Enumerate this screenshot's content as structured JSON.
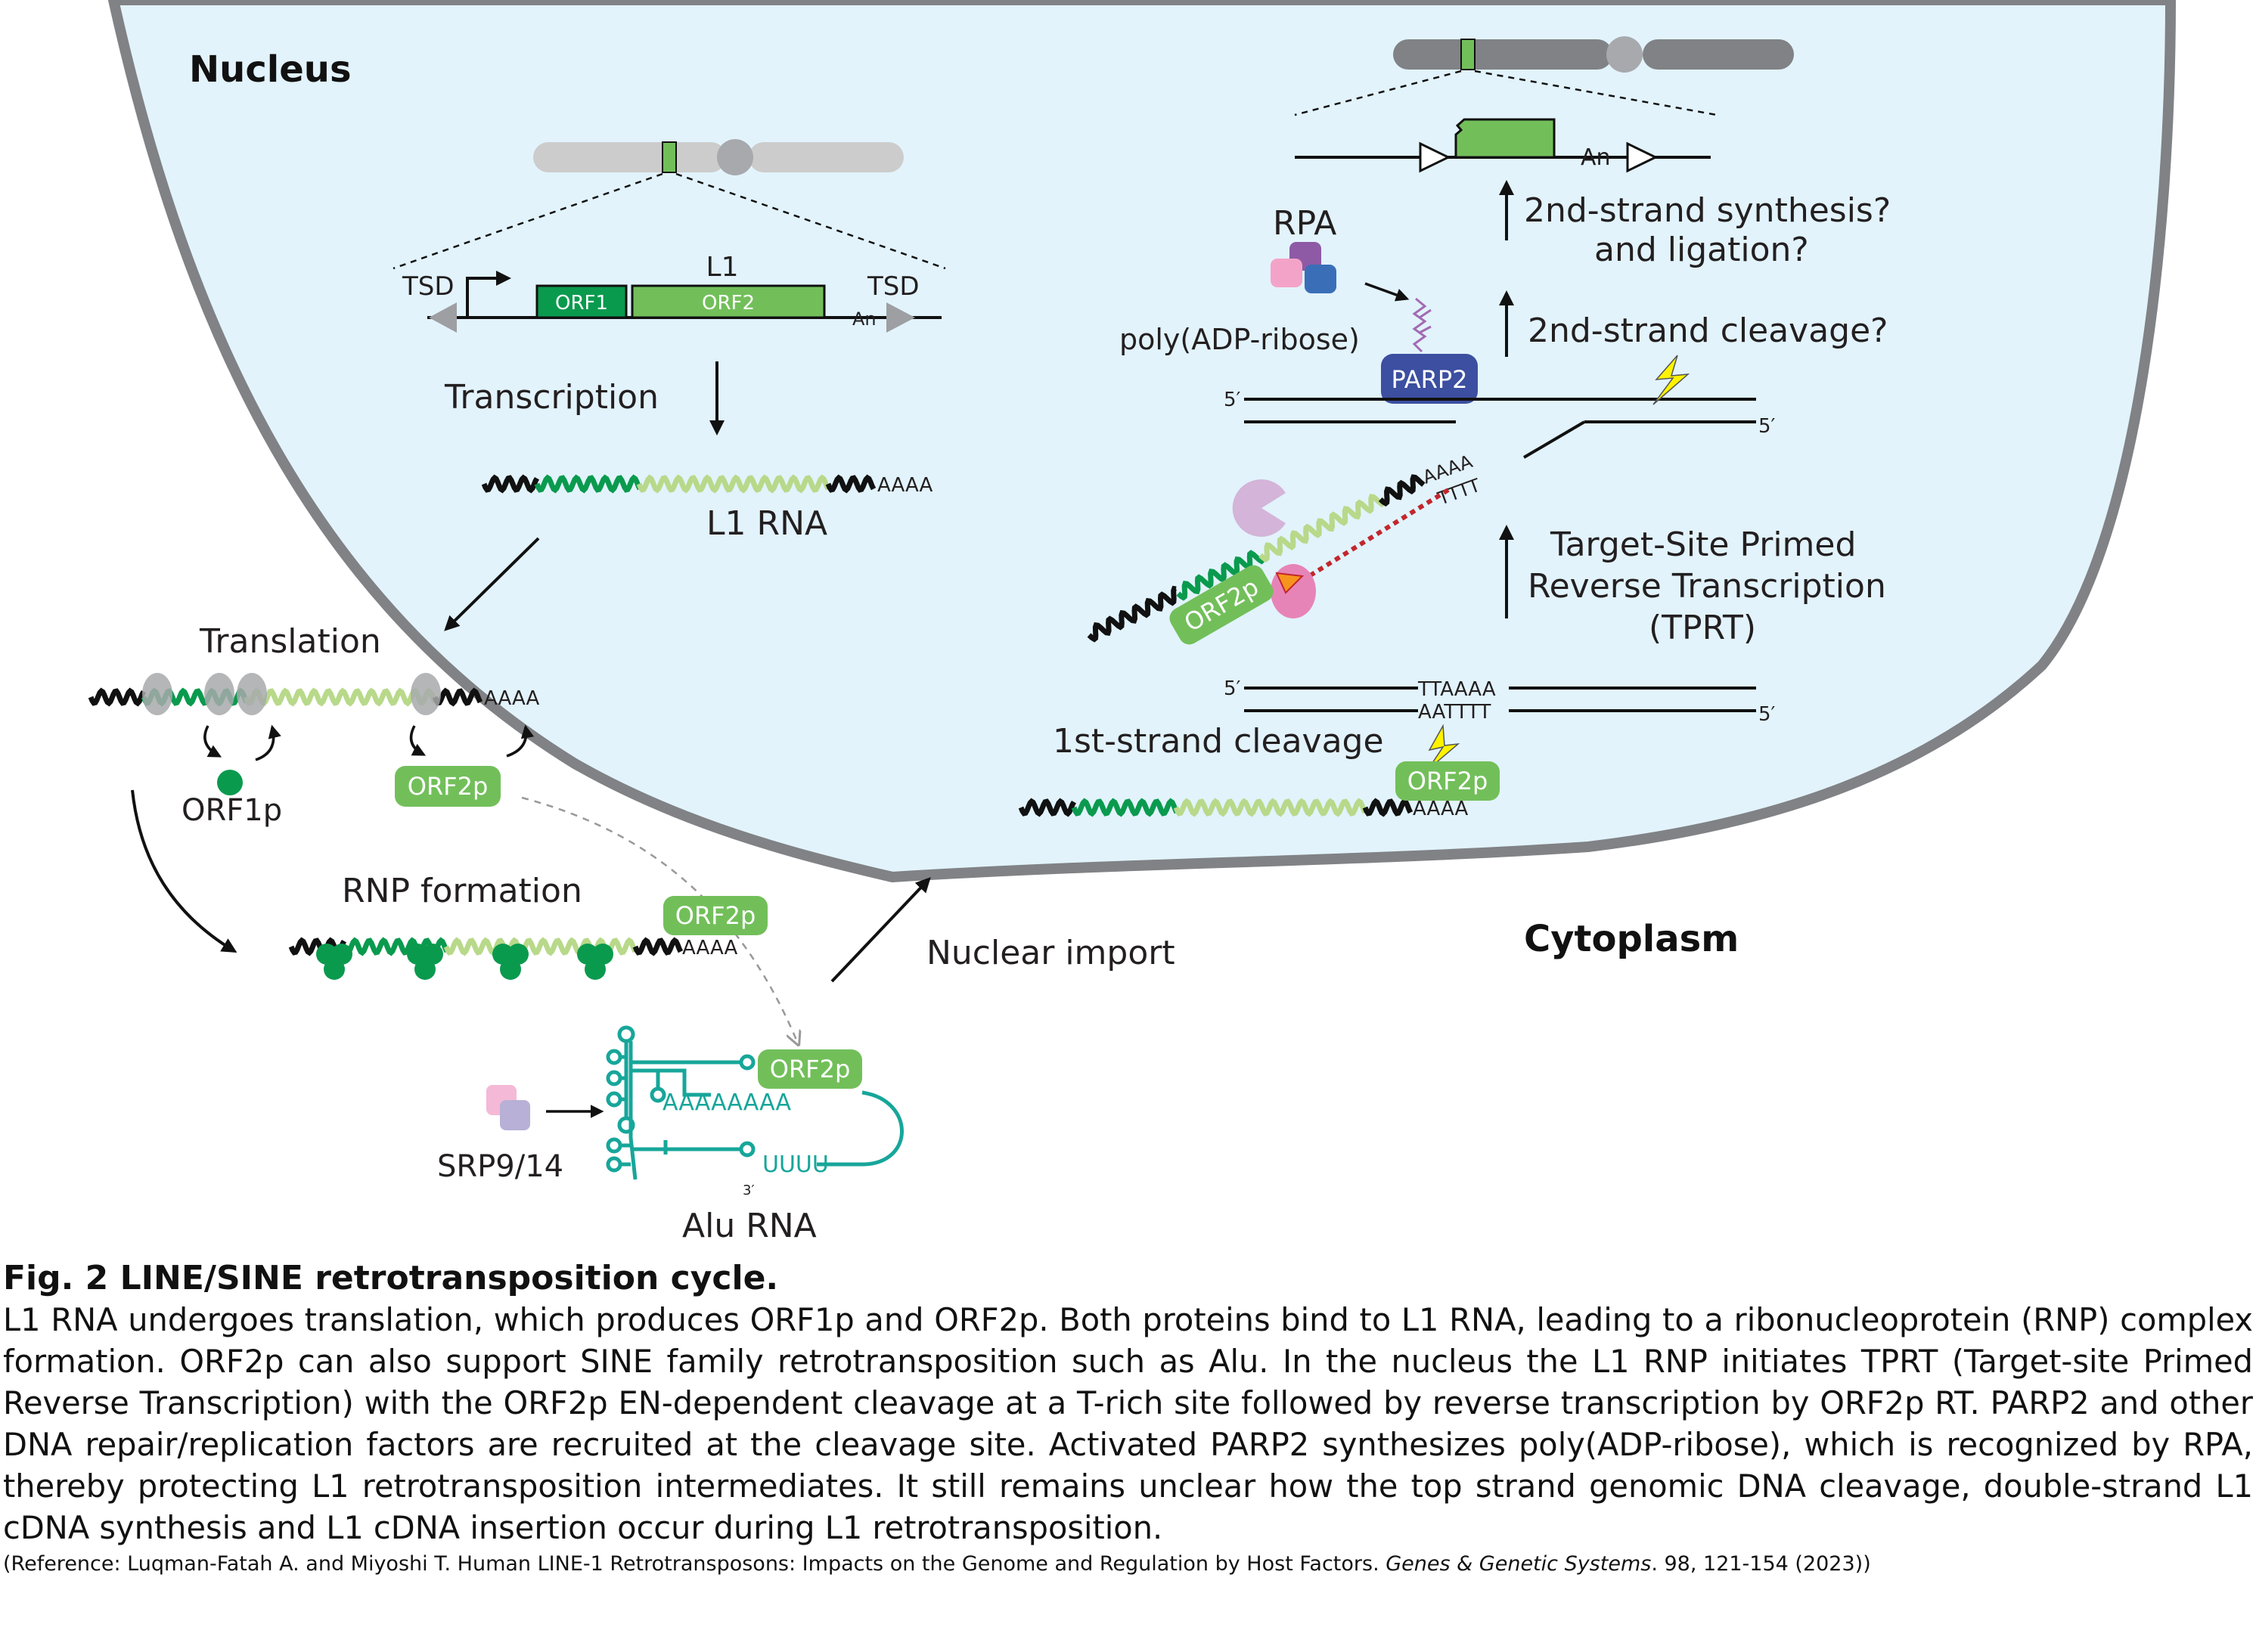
{
  "diagram": {
    "regions": {
      "nucleus": "Nucleus",
      "cytoplasm": "Cytoplasm"
    },
    "gene_construct": {
      "tsd_left": "TSD",
      "tsd_right": "TSD",
      "orf1": "ORF1",
      "orf2": "ORF2",
      "l1": "L1",
      "poly_a": "An"
    },
    "steps": {
      "transcription": "Transcription",
      "l1_rna": "L1 RNA",
      "translation": "Translation",
      "rnp_formation": "RNP formation",
      "nuclear_import": "Nuclear import",
      "first_strand_cleavage": "1st-strand cleavage",
      "tprt_line1": "Target-Site Primed",
      "tprt_line2": "Reverse Transcription",
      "tprt_line3": "(TPRT)",
      "second_strand_cleavage": "2nd-strand cleavage?",
      "synthesis_line1": "2nd-strand synthesis?",
      "synthesis_line2": "and ligation?"
    },
    "proteins": {
      "orf1p": "ORF1p",
      "orf2p": "ORF2p",
      "parp2": "PARP2",
      "rpa": "RPA",
      "poly_adp_ribose": "poly(ADP-ribose)",
      "srp": "SRP9/14"
    },
    "alu": {
      "label": "Alu RNA",
      "poly_a": "AAAAAAAA",
      "poly_u": "UUUU",
      "three_prime": "3′"
    },
    "sequence": {
      "poly_a_tail": "AAAA",
      "tail_paired": "TTTT",
      "site_top": "TTAAAA",
      "site_bottom": "AATTTT",
      "five_prime": "5′",
      "insert_tail": "An"
    },
    "colors": {
      "nucleus_fill": "#e2f3fc",
      "nucleus_border": "#808285",
      "orf1_green": "#0a9a4e",
      "orf2_green": "#72bf5a",
      "rna_light_green": "#b8d98a",
      "parp2_blue": "#3c4fa0",
      "alu_teal": "#17a69a"
    }
  },
  "caption": {
    "title": "Fig. 2  LINE/SINE retrotransposition cycle.",
    "body": "L1 RNA undergoes translation, which produces ORF1p and ORF2p. Both proteins bind to L1 RNA, leading to a ribonucleoprotein (RNP) complex formation. ORF2p can also support SINE family retrotransposition such as Alu. In the nucleus the L1 RNP initiates TPRT (Target-site Primed Reverse Transcription) with the ORF2p EN-dependent cleavage at a T-rich site followed by reverse transcription by ORF2p RT. PARP2 and other DNA repair/replication factors are recruited at the cleavage site. Activated PARP2 synthesizes poly(ADP-ribose), which is recognized by RPA, thereby protecting L1 retrotransposition intermediates. It still remains unclear how the top strand genomic DNA cleavage, double-strand L1 cDNA synthesis and L1 cDNA insertion occur during L1 retrotransposition.",
    "reference_prefix": "(Reference: Luqman-Fatah A. and Miyoshi T. Human LINE-1 Retrotransposons: Impacts on the Genome and Regulation by Host Factors. ",
    "reference_journal": "Genes & Genetic Systems",
    "reference_suffix": ". 98, 121-154  (2023))"
  }
}
